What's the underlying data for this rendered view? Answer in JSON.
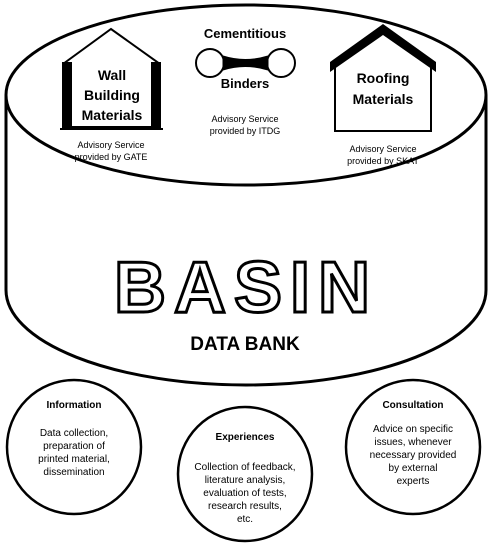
{
  "wall": {
    "title_lines": [
      "Wall",
      "Building",
      "Materials"
    ],
    "service_lines": [
      "Advisory Service",
      "provided by GATE"
    ]
  },
  "binders": {
    "title_top": "Cementitious",
    "title_bottom": "Binders",
    "service_lines": [
      "Advisory Service",
      "provided by ITDG"
    ]
  },
  "roofing": {
    "title_lines": [
      "Roofing",
      "Materials"
    ],
    "service_lines": [
      "Advisory Service",
      "provided by SKAT"
    ]
  },
  "basin": {
    "title": "BASIN",
    "subtitle": "DATA BANK"
  },
  "circles": {
    "information": {
      "title": "Information",
      "lines": [
        "Data collection,",
        "preparation of",
        "printed material,",
        "dissemination"
      ]
    },
    "experiences": {
      "title": "Experiences",
      "lines": [
        "Collection of feedback,",
        "literature analysis,",
        "evaluation of tests,",
        "research results,",
        "etc."
      ]
    },
    "consultation": {
      "title": "Consultation",
      "lines": [
        "Advice on specific",
        "issues, whenever",
        "necessary provided",
        "by external",
        "experts"
      ]
    }
  }
}
